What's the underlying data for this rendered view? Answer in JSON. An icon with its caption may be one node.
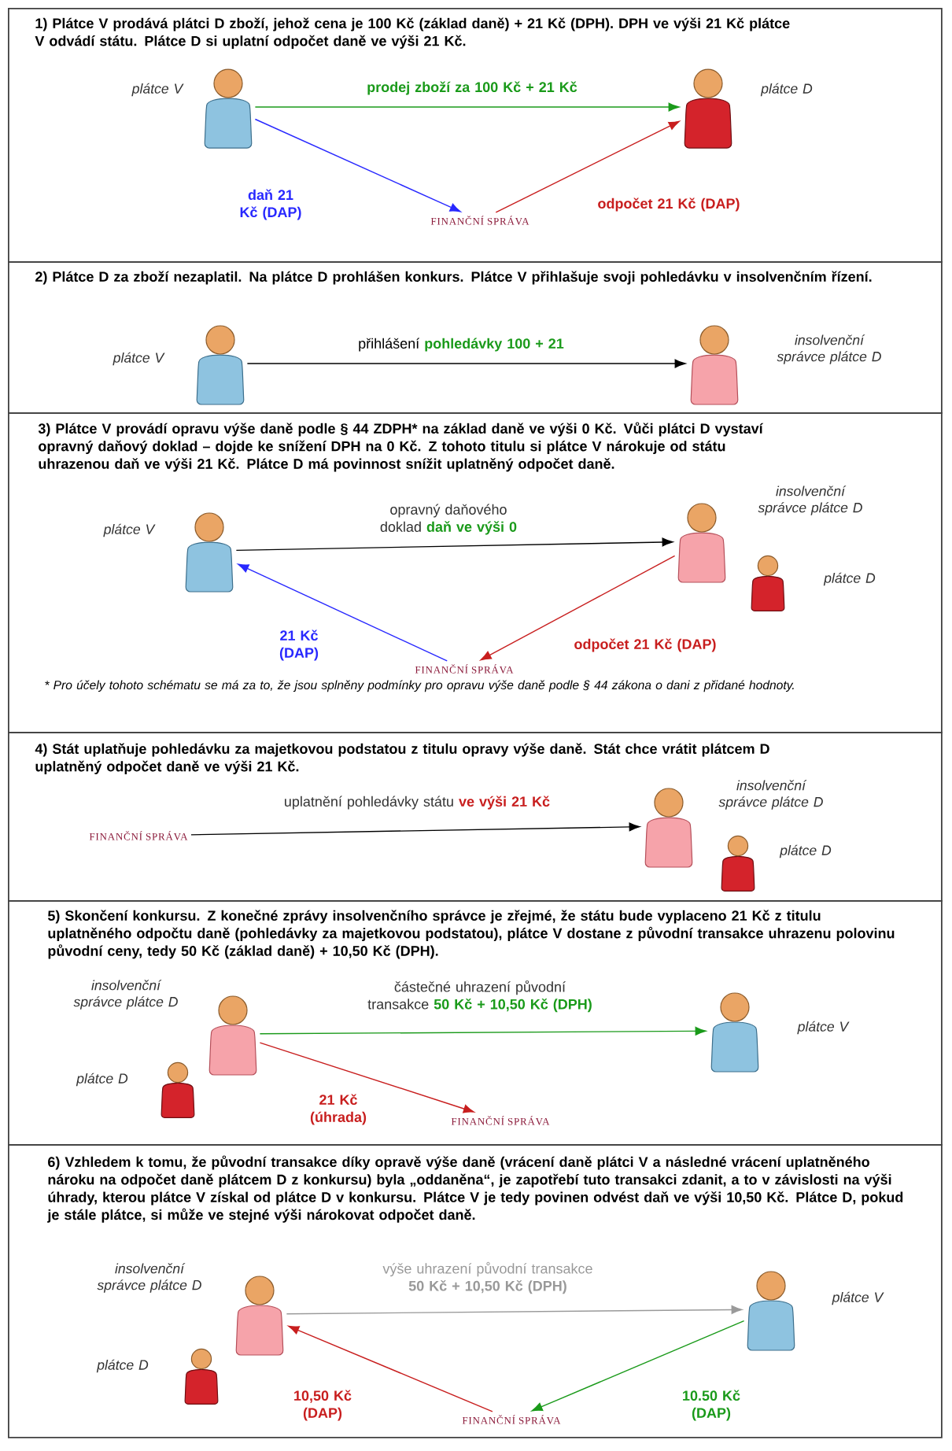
{
  "diagram": {
    "nodes": [
      {
        "text": [
          "1) Plátce V prodává plátci D zboží, jehož cena je 100 Kč (základ daně) + 21 Kč (DPH). DPH ve výši 21 Kč plátce V odvádí státu. Plátce D si uplatní odpočet daně ve výši 21 Kč."
        ]
      },
      {
        "text": [],
        "shape": "person",
        "in": 0,
        "beside": [
          "plátce V"
        ]
      },
      {
        "text": [],
        "shape": "person",
        "in": 0,
        "beside": [
          "plátce D"
        ]
      },
      {
        "text": [
          "FINANČNÍ SPRÁVA"
        ],
        "in": 0
      },
      {
        "text": [
          "2) Plátce D za zboží nezaplatil. Na plátce D prohlášen konkurs. Plátce V přihlašuje svoji pohledávku v insolvenčním řízení."
        ]
      },
      {
        "text": [],
        "shape": "person",
        "in": 4,
        "beside": [
          "plátce V"
        ]
      },
      {
        "text": [],
        "shape": "person",
        "in": 4,
        "beside": [
          "insolvenční správce plátce D"
        ]
      },
      {
        "text": [
          "3) Plátce V provádí opravu výše daně podle § 44 ZDPH* na základ daně ve výši 0 Kč. Vůči plátci D vystaví opravný daňový doklad – dojde ke snížení DPH na 0 Kč. Z tohoto titulu si plátce V nárokuje od státu uhrazenou daň ve výši 21 Kč. Plátce D má povinnost snížit uplatněný odpočet daně.",
          "* Pro účely tohoto schématu se má za to, že jsou splněny podmínky pro opravu výše daně podle § 44 zákona o dani z přidané hodnoty."
        ]
      },
      {
        "text": [],
        "shape": "person",
        "in": 7,
        "beside": [
          "plátce V"
        ]
      },
      {
        "text": [],
        "shape": "person",
        "in": 7,
        "beside": [
          "insolvenční správce plátce D"
        ]
      },
      {
        "text": [],
        "shape": "person",
        "in": 7,
        "beside": [
          "plátce D"
        ]
      },
      {
        "text": [
          "FINANČNÍ SPRÁVA"
        ],
        "in": 7
      },
      {
        "text": [
          "4) Stát uplatňuje pohledávku za majetkovou podstatou z titulu opravy výše daně. Stát chce vrátit plátcem D uplatněný odpočet daně ve výši 21 Kč."
        ]
      },
      {
        "text": [
          "FINANČNÍ SPRÁVA"
        ],
        "in": 12
      },
      {
        "text": [],
        "shape": "person",
        "in": 12,
        "beside": [
          "insolvenční správce plátce D"
        ]
      },
      {
        "text": [],
        "shape": "person",
        "in": 12,
        "beside": [
          "plátce D"
        ]
      },
      {
        "text": [
          "5) Skončení konkursu. Z konečné zprávy insolvenčního správce je zřejmé, že státu bude vyplaceno 21 Kč z titulu uplatněného odpočtu daně (pohledávky za majetkovou podstatou), plátce V dostane z původní transakce uhrazenu polovinu původní ceny, tedy 50 Kč (základ daně) + 10,50 Kč (DPH)."
        ]
      },
      {
        "text": [],
        "shape": "person",
        "in": 16,
        "beside": [
          "insolvenční správce plátce D"
        ]
      },
      {
        "text": [],
        "shape": "person",
        "in": 16,
        "beside": [
          "plátce D"
        ]
      },
      {
        "text": [],
        "shape": "person",
        "in": 16,
        "beside": [
          "plátce V"
        ]
      },
      {
        "text": [
          "FINANČNÍ SPRÁVA"
        ],
        "in": 16
      },
      {
        "text": [
          "6) Vzhledem k tomu, že původní transakce díky opravě výše daně (vrácení daně plátci V a následné vrácení uplatněného nároku na odpočet daně plátcem D z konkursu) byla „oddaněna“, je zapotřebí tuto transakci zdanit, a to v závislosti na výši úhrady, kterou plátce V získal od plátce D v konkursu. Plátce V je tedy povinen odvést daň ve výši 10,50 Kč. Plátce D, pokud je stále plátce, si může ve stejné výši nárokovat odpočet daně."
        ]
      },
      {
        "text": [],
        "shape": "person",
        "in": 21,
        "beside": [
          "insolvenční správce plátce D"
        ]
      },
      {
        "text": [],
        "shape": "person",
        "in": 21,
        "beside": [
          "plátce D"
        ]
      },
      {
        "text": [],
        "shape": "person",
        "in": 21,
        "beside": [
          "plátce V"
        ]
      },
      {
        "text": [
          "FINANČNÍ SPRÁVA"
        ],
        "in": 21
      }
    ],
    "edges": [
      {
        "from": 1,
        "to": 2,
        "arrow": "to",
        "label": "prodej zboží za 100 Kč + 21 Kč",
        "color": "#1a9a1a"
      },
      {
        "from": 1,
        "to": 3,
        "arrow": "to",
        "label": "daň 21 Kč (DAP)",
        "color": "#2828ff"
      },
      {
        "from": 3,
        "to": 2,
        "arrow": "to",
        "label": "odpočet 21 Kč (DAP)",
        "color": "#c81e1e"
      },
      {
        "from": 5,
        "to": 6,
        "arrow": "to",
        "label": "přihlášení **pohledávky 100 + 21**",
        "color": "#000000"
      },
      {
        "from": 8,
        "to": 9,
        "arrow": "to",
        "label": "opravný daňového doklad **daň ve výši 0**",
        "color": "#000000"
      },
      {
        "from": 11,
        "to": 8,
        "arrow": "to",
        "label": "21 Kč (DAP)",
        "color": "#2828ff"
      },
      {
        "from": 9,
        "to": 11,
        "arrow": "to",
        "label": "odpočet 21 Kč (DAP)",
        "color": "#c81e1e"
      },
      {
        "from": 13,
        "to": 14,
        "arrow": "to",
        "label": "uplatnění pohledávky státu **ve výši 21 Kč**",
        "color": "#000000"
      },
      {
        "from": 17,
        "to": 19,
        "arrow": "to",
        "label": "částečné uhrazení původní transakce **50 Kč + 10,50 Kč (DPH)**",
        "color": "#1a9a1a"
      },
      {
        "from": 17,
        "to": 20,
        "arrow": "to",
        "label": "21 Kč (úhrada)",
        "color": "#c81e1e"
      },
      {
        "from": 25,
        "to": 22,
        "arrow": "to",
        "label": "10,50 Kč (DAP)",
        "color": "#c81e1e"
      },
      {
        "from": 24,
        "to": 25,
        "arrow": "to",
        "label": "10.50 Kč (DAP)",
        "color": "#1a9a1a"
      },
      {
        "from": 22,
        "to": 24,
        "arrow": "to",
        "label": "výše uhrazení původní transakce **50 Kč + 10,50 Kč (DPH)**",
        "color": "#999999"
      }
    ]
  }
}
